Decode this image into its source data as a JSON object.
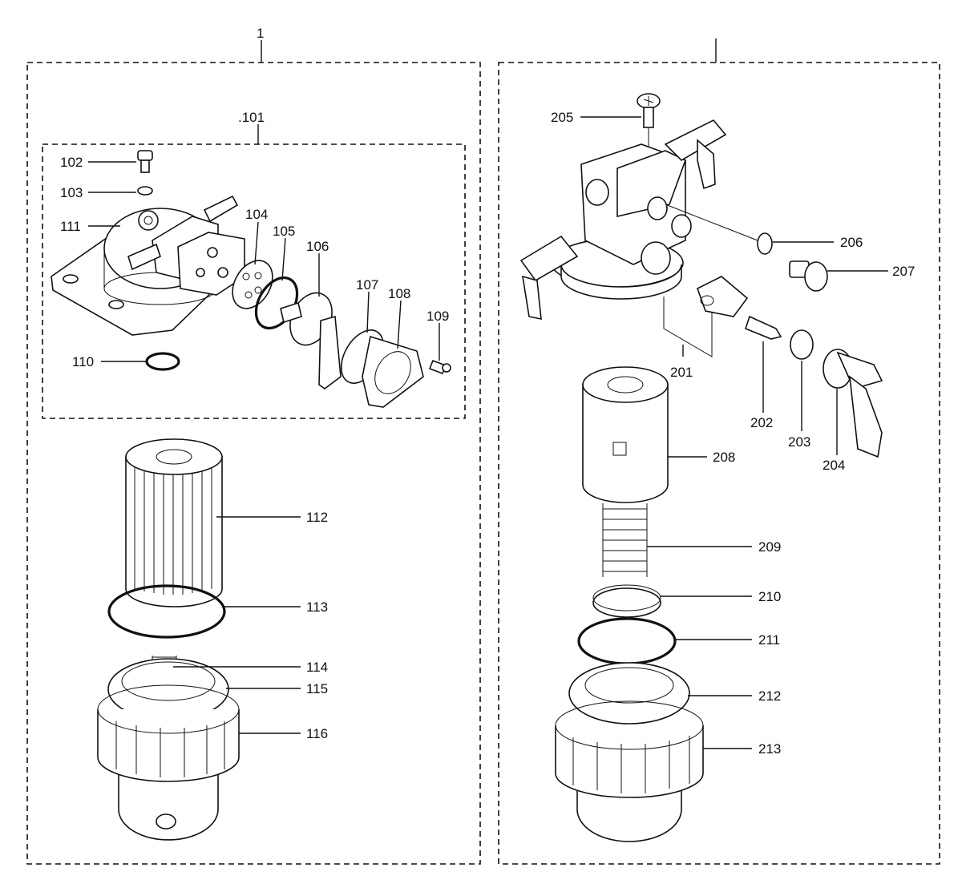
{
  "groups": [
    {
      "label": "1"
    },
    {
      "label": ""
    }
  ],
  "subgroups": [
    {
      "label": ".101"
    }
  ],
  "parts": [
    {
      "id": "102"
    },
    {
      "id": "103"
    },
    {
      "id": "111"
    },
    {
      "id": "104"
    },
    {
      "id": "105"
    },
    {
      "id": "106"
    },
    {
      "id": "107"
    },
    {
      "id": "108"
    },
    {
      "id": "109"
    },
    {
      "id": "110"
    },
    {
      "id": "112"
    },
    {
      "id": "113"
    },
    {
      "id": "114"
    },
    {
      "id": "115"
    },
    {
      "id": "116"
    },
    {
      "id": "205"
    },
    {
      "id": "206"
    },
    {
      "id": "207"
    },
    {
      "id": "201"
    },
    {
      "id": "202"
    },
    {
      "id": "203"
    },
    {
      "id": "204"
    },
    {
      "id": "208"
    },
    {
      "id": "209"
    },
    {
      "id": "210"
    },
    {
      "id": "211"
    },
    {
      "id": "212"
    },
    {
      "id": "213"
    }
  ]
}
